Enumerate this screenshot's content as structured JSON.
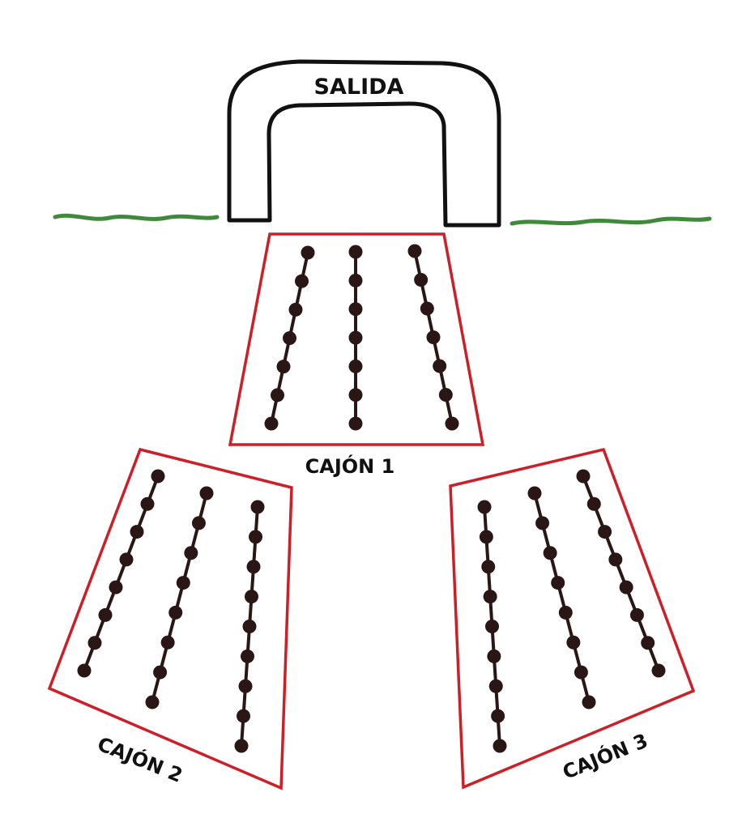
{
  "exit_label": "SALIDA",
  "boxes": [
    {
      "label": "CAJÓN 1",
      "lines": 3,
      "dots_per_line": [
        7,
        7,
        7
      ]
    },
    {
      "label": "CAJÓN 2",
      "lines": 3,
      "dots_per_line": [
        8,
        8,
        9
      ]
    },
    {
      "label": "CAJÓN 3",
      "lines": 3,
      "dots_per_line": [
        9,
        8,
        8
      ]
    }
  ],
  "colors": {
    "box_border": "#cc1f28",
    "ground": "#3f8a3a",
    "arch": "#111111",
    "dots": "#2a1715"
  }
}
